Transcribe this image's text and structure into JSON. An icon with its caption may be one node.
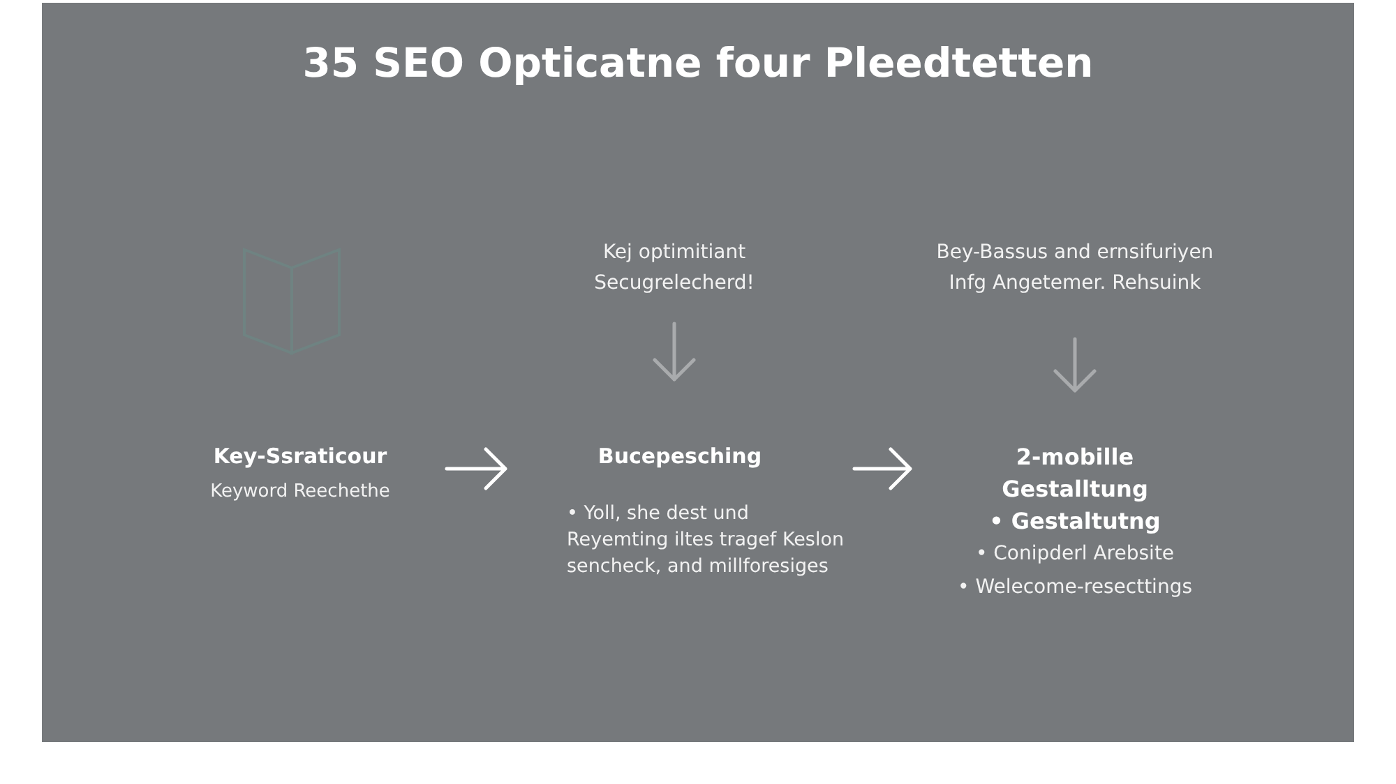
{
  "diagram": {
    "title": "35 SEO Opticatne four Pleedtetten",
    "nodes": [
      {
        "text": [
          "Key-Ssraticour",
          "Keyword Reechethe"
        ]
      },
      {
        "text": [
          "Kej optimitiant Secugrelecherd!"
        ]
      },
      {
        "text": [
          "Bucepesching",
          "• Yoll, she dest und Reyemting iltes tragef Keslon sencheck, and millforesiges"
        ]
      },
      {
        "text": [
          "Bey-Bassus and ernsifuriyen Infg Angetemer. Rehsuink"
        ]
      },
      {
        "text": [
          "2-mobille Gestalltung",
          "• Gestaltutng",
          "• Conipderl Arebsite",
          "• Welecome-resecttings"
        ]
      }
    ],
    "edges": [
      {
        "from": 0,
        "to": 2,
        "arrow": "to"
      },
      {
        "from": 1,
        "to": 2,
        "arrow": "to",
        "color": "#a9abad"
      },
      {
        "from": 2,
        "to": 4,
        "arrow": "to"
      },
      {
        "from": 3,
        "to": 4,
        "arrow": "to",
        "color": "#a9abad"
      }
    ]
  }
}
